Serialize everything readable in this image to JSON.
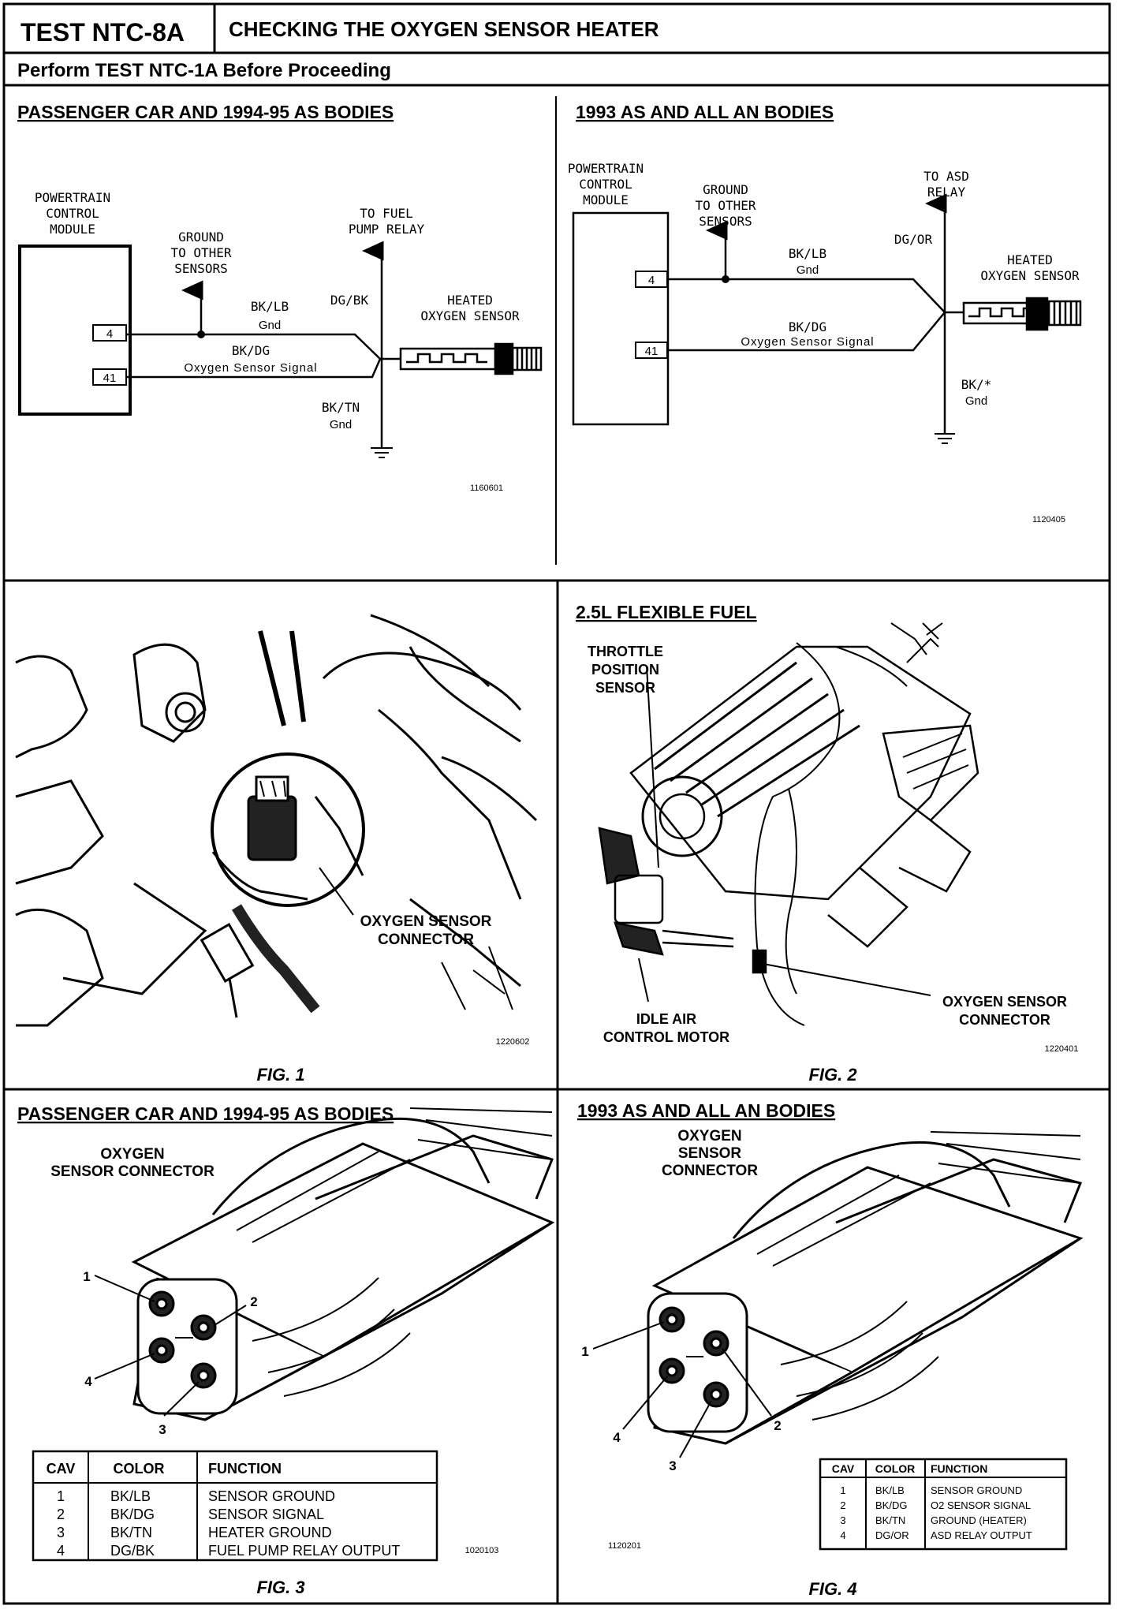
{
  "header": {
    "test_id": "TEST NTC-8A",
    "title": "CHECKING THE OXYGEN SENSOR HEATER",
    "subtitle": "Perform TEST NTC-1A Before Proceeding"
  },
  "panel1": {
    "heading": "PASSENGER CAR AND 1994-95 AS BODIES",
    "pcm": [
      "POWERTRAIN",
      "CONTROL",
      "MODULE"
    ],
    "pin_a": "4",
    "pin_b": "41",
    "ground_label": [
      "GROUND",
      "TO OTHER",
      "SENSORS"
    ],
    "relay_label": [
      "TO FUEL",
      "PUMP RELAY"
    ],
    "wire1": [
      "BK/LB",
      "Gnd"
    ],
    "wire2": [
      "BK/DG",
      "Oxygen Sensor Signal"
    ],
    "wire_dg": "DG/BK",
    "wire_gnd": [
      "BK/TN",
      "Gnd"
    ],
    "sensor": [
      "HEATED",
      "OXYGEN SENSOR"
    ],
    "figno": "1160601"
  },
  "panel2": {
    "heading": "1993 AS AND ALL AN BODIES",
    "pcm": [
      "POWERTRAIN",
      "CONTROL",
      "MODULE"
    ],
    "pin_a": "4",
    "pin_b": "41",
    "ground_label": [
      "GROUND",
      "TO OTHER",
      "SENSORS"
    ],
    "relay_label": [
      "TO ASD",
      "RELAY"
    ],
    "wire1": [
      "BK/LB",
      "Gnd"
    ],
    "wire2": [
      "BK/DG",
      "Oxygen Sensor Signal"
    ],
    "wire_dg": "DG/OR",
    "wire_gnd": [
      "BK/*",
      "Gnd"
    ],
    "sensor": [
      "HEATED",
      "OXYGEN SENSOR"
    ],
    "figno": "1120405"
  },
  "fig1": {
    "label": [
      "OXYGEN SENSOR",
      "CONNECTOR"
    ],
    "figno": "1220602",
    "caption": "FIG. 1"
  },
  "fig2": {
    "heading": "2.5L FLEXIBLE FUEL",
    "tps": [
      "THROTTLE",
      "POSITION",
      "SENSOR"
    ],
    "iac": [
      "IDLE AIR",
      "CONTROL MOTOR"
    ],
    "o2": [
      "OXYGEN SENSOR",
      "CONNECTOR"
    ],
    "figno": "1220401",
    "caption": "FIG. 2"
  },
  "fig3": {
    "heading": "PASSENGER CAR AND 1994-95 AS BODIES",
    "connector": [
      "OXYGEN",
      "SENSOR CONNECTOR"
    ],
    "pins": [
      "1",
      "2",
      "3",
      "4"
    ],
    "table": {
      "headers": [
        "CAV",
        "COLOR",
        "FUNCTION"
      ],
      "rows": [
        [
          "1",
          "BK/LB",
          "SENSOR GROUND"
        ],
        [
          "2",
          "BK/DG",
          "SENSOR SIGNAL"
        ],
        [
          "3",
          "BK/TN",
          "HEATER GROUND"
        ],
        [
          "4",
          "DG/BK",
          "FUEL PUMP RELAY OUTPUT"
        ]
      ]
    },
    "figno": "1020103",
    "caption": "FIG. 3"
  },
  "fig4": {
    "heading": "1993 AS AND ALL AN BODIES",
    "connector": [
      "OXYGEN",
      "SENSOR",
      "CONNECTOR"
    ],
    "pins": [
      "1",
      "2",
      "3",
      "4"
    ],
    "table": {
      "headers": [
        "CAV",
        "COLOR",
        "FUNCTION"
      ],
      "rows": [
        [
          "1",
          "BK/LB",
          "SENSOR GROUND"
        ],
        [
          "2",
          "BK/DG",
          "O2 SENSOR SIGNAL"
        ],
        [
          "3",
          "BK/TN",
          "GROUND (HEATER)"
        ],
        [
          "4",
          "DG/OR",
          "ASD RELAY OUTPUT"
        ]
      ]
    },
    "figno": "1120201",
    "caption": "FIG. 4"
  }
}
